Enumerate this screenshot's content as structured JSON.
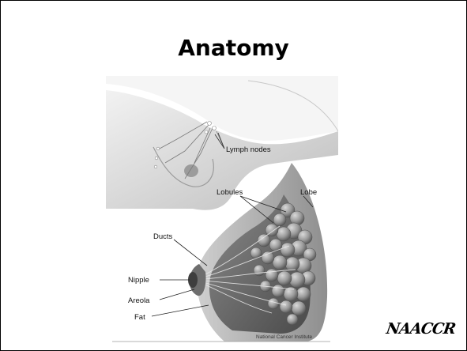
{
  "slide": {
    "title": "Anatomy",
    "figure": {
      "labels": {
        "lymph_nodes": "Lymph nodes",
        "lobules": "Lobules",
        "lobe": "Lobe",
        "ducts": "Ducts",
        "nipple": "Nipple",
        "areola": "Areola",
        "fat": "Fat"
      },
      "credit": "National Cancer Institute"
    },
    "logo_text": "NAACCR"
  }
}
